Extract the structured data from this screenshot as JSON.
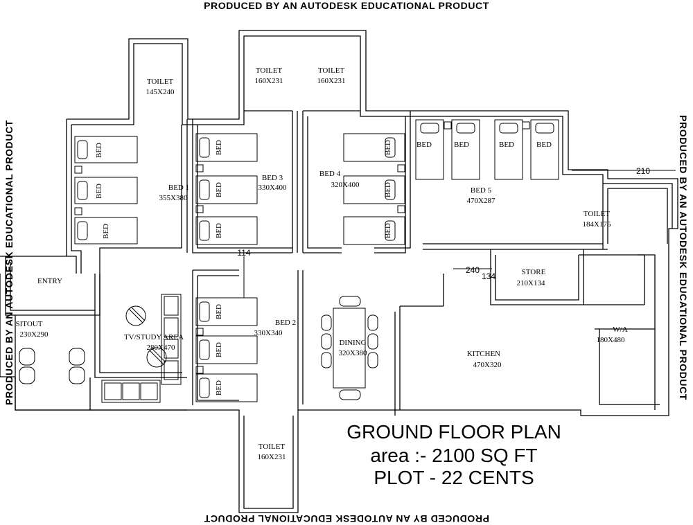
{
  "watermark": {
    "top": "PRODUCED BY AN AUTODESK EDUCATIONAL PRODUCT",
    "bottom": "PRODUCED BY AN AUTODESK EDUCATIONAL PRODUCT",
    "left": "PRODUCED BY AN AUTODESK EDUCATIONAL PRODUCT",
    "right": "PRODUCED BY AN AUTODESK EDUCATIONAL PRODUCT"
  },
  "title": {
    "line1": "GROUND FLOOR PLAN",
    "line2": "area :- 2100 SQ FT",
    "line3": "PLOT - 22 CENTS"
  },
  "rooms": {
    "toilet_a": {
      "name": "TOILET",
      "size": "145X240"
    },
    "toilet_b": {
      "name": "TOILET",
      "size": "160X231"
    },
    "toilet_c": {
      "name": "TOILET",
      "size": "160X231"
    },
    "toilet_d": {
      "name": "TOILET",
      "size": "184X175"
    },
    "toilet_e": {
      "name": "TOILET",
      "size": "160X231"
    },
    "bed1": {
      "name": "BED 1",
      "size": "355X380"
    },
    "bed2": {
      "name": "BED 2",
      "size": "330X340"
    },
    "bed3": {
      "name": "BED 3",
      "size": "330X400"
    },
    "bed4": {
      "name": "BED 4",
      "size": "320X400"
    },
    "bed5": {
      "name": "BED 5",
      "size": "470X287"
    },
    "entry": {
      "name": "ENTRY"
    },
    "sitout": {
      "name": "SITOUT",
      "size": "230X290"
    },
    "tv_study": {
      "name": "TV/STUDY AREA",
      "size": "280X470"
    },
    "dining": {
      "name": "DINING",
      "size": "320X380"
    },
    "kitchen": {
      "name": "KITCHEN",
      "size": "470X320"
    },
    "store": {
      "name": "STORE",
      "size": "210X134"
    },
    "wa": {
      "name": "W/A",
      "size": "180X480"
    }
  },
  "bed_label": "BED",
  "dimensions": {
    "d210": "210",
    "d114": "114",
    "d240": "240",
    "d134": "134"
  }
}
